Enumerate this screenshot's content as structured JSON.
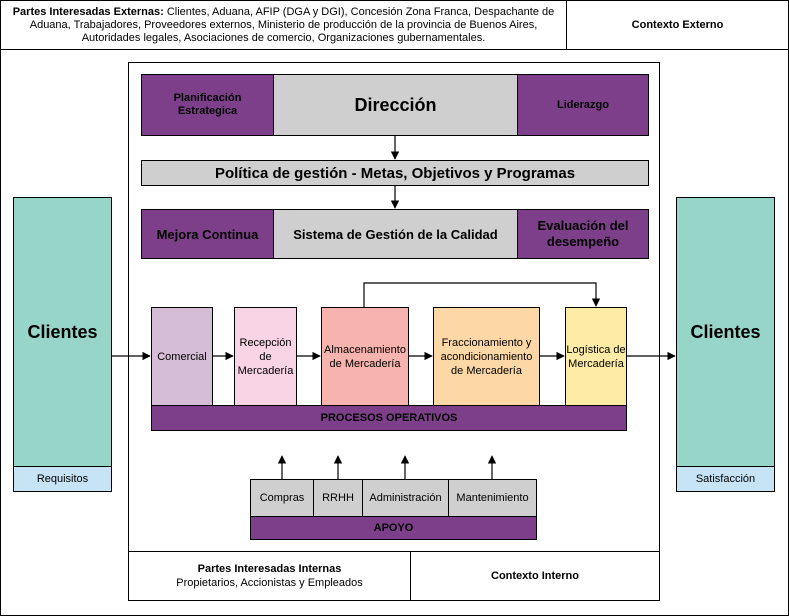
{
  "header": {
    "external_parties_label": "Partes Interesadas Externas:",
    "external_parties_text": "Clientes, Aduana, AFIP (DGA y DGI), Concesión Zona Franca, Despachante de Aduana, Trabajadores, Proveedores externos, Ministerio de producción de la provincia de Buenos Aires, Autoridades legales, Asociaciones de comercio, Organizaciones gubernamentales.",
    "external_context": "Contexto Externo"
  },
  "top": {
    "planning": "Planificación Estrategica",
    "direction": "Dirección",
    "leadership": "Liderazgo",
    "policy": "Política de gestión - Metas, Objetivos y Programas",
    "continuous_improvement": "Mejora Continua",
    "qms": "Sistema de Gestión de la Calidad",
    "performance_evaluation": "Evaluación del desempeño"
  },
  "left_client": {
    "title": "Clientes",
    "sub": "Requisitos"
  },
  "right_client": {
    "title": "Clientes",
    "sub": "Satisfacción"
  },
  "processes": {
    "items": [
      "Comercial",
      "Recepción de Mercadería",
      "Almacenamiento de Mercadería",
      "Fraccionamiento y acondicionamiento de Mercadería",
      "Logística de Mercadería"
    ],
    "label": "PROCESOS OPERATIVOS"
  },
  "support": {
    "items": [
      "Compras",
      "RRHH",
      "Administración",
      "Mantenimiento"
    ],
    "label": "APOYO"
  },
  "footer": {
    "internal_parties_title": "Partes Interesadas Internas",
    "internal_parties_text": "Propietarios, Accionistas y Empleados",
    "internal_context": "Contexto Interno"
  },
  "colors": {
    "purple": "#7e3f8a",
    "gray": "#cfcfcf",
    "teal": "#96d5c8",
    "light_blue": "#c6e4f4",
    "comercial": "#d5bcd7",
    "recepcion": "#f8d4e4",
    "almacenamiento": "#f7b3ad",
    "fraccionamiento": "#fdd8a6",
    "logistica": "#fdeba6"
  }
}
